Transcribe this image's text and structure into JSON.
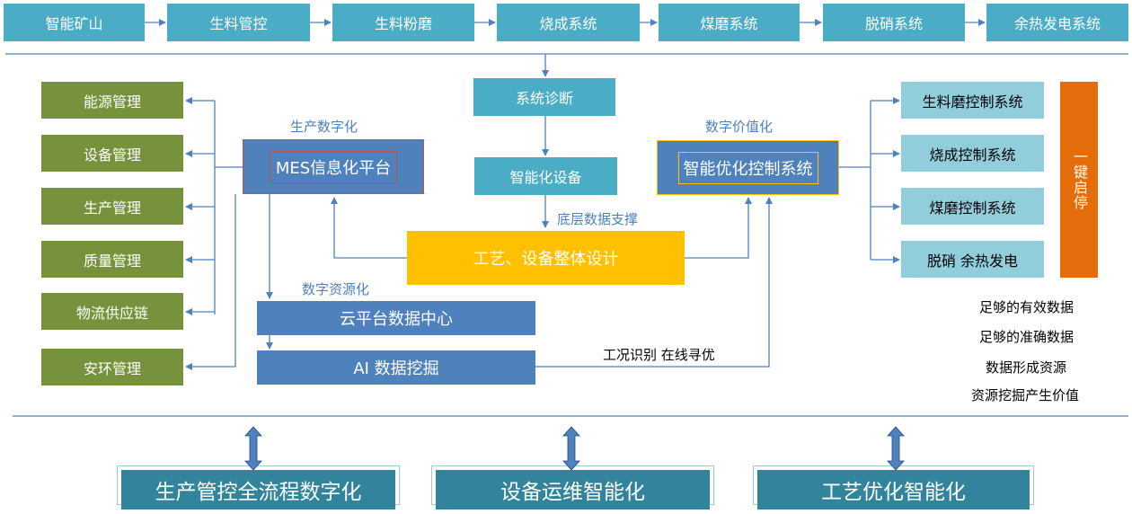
{
  "top_chain": [
    "智能矿山",
    "生料管控",
    "生料粉磨",
    "烧成系统",
    "煤磨系统",
    "脱硝系统",
    "余热发电系统"
  ],
  "left_modules": [
    "能源管理",
    "设备管理",
    "生产管理",
    "质量管理",
    "物流供应链",
    "安环管理"
  ],
  "center": {
    "diagnosis": "系统诊断",
    "smart_equipment": "智能化设备",
    "data_support_label": "底层数据支撑",
    "design": "工艺、设备整体设计"
  },
  "mes": {
    "label": "生产数字化",
    "title": "MES信息化平台"
  },
  "optimization": {
    "label": "数字价值化",
    "title": "智能优化控制系统"
  },
  "cloud": {
    "label": "数字资源化",
    "data_center": "云平台数据中心",
    "ai": "AI 数据挖掘",
    "ai_link_label": "工况识别 在线寻优"
  },
  "right_systems": [
    "生料磨控制系统",
    "烧成控制系统",
    "煤磨控制系统",
    "脱硝 余热发电"
  ],
  "one_key": "一键启停",
  "notes": [
    "足够的有效数据",
    "足够的准确数据",
    "数据形成资源",
    "资源挖掘产生价值"
  ],
  "bottom": [
    "生产管控全流程数字化",
    "设备运维智能化",
    "工艺优化智能化"
  ],
  "colors": {
    "teal": "#4bacc6",
    "green": "#76923c",
    "blue": "#4f81bd",
    "light_blue": "#92cddc",
    "yellow": "#ffc000",
    "orange": "#e46c0a",
    "dark_teal": "#31849b",
    "red_border": "#c0504d"
  }
}
